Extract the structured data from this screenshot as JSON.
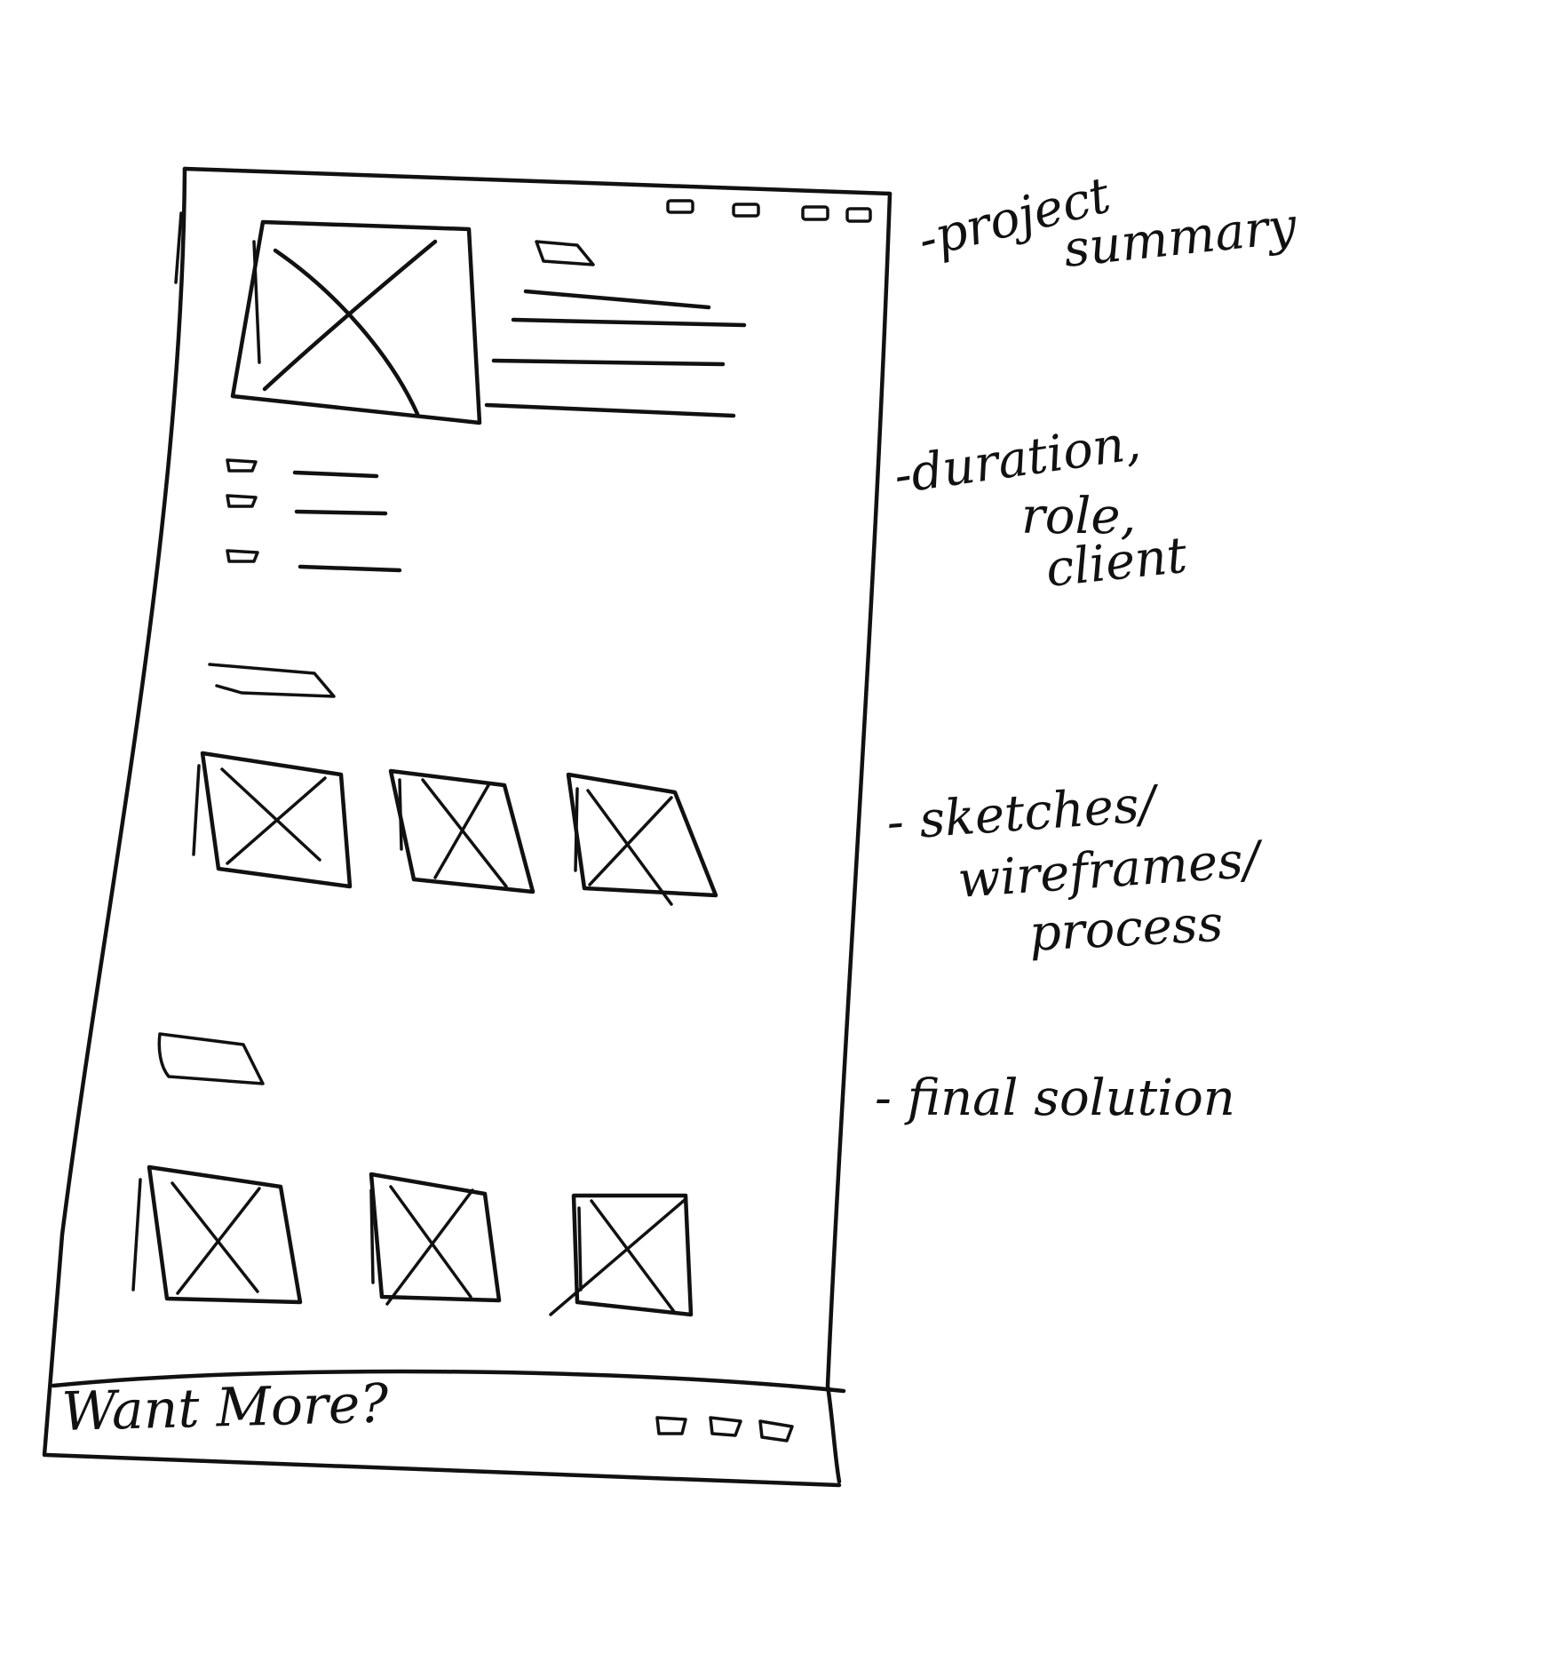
{
  "annotations": {
    "project_summary": [
      "-project",
      "summary"
    ],
    "details": [
      "-duration,",
      "role,",
      "client"
    ],
    "process": [
      "- sketches/",
      "wireframes/",
      "process"
    ],
    "final": "- final solution"
  },
  "footer": {
    "cta_text": "Want More?"
  },
  "icons": [
    "nav-icon",
    "title-placeholder-icon",
    "bullet-icon",
    "section-heading-icon",
    "image-placeholder-icon",
    "social-icon"
  ]
}
